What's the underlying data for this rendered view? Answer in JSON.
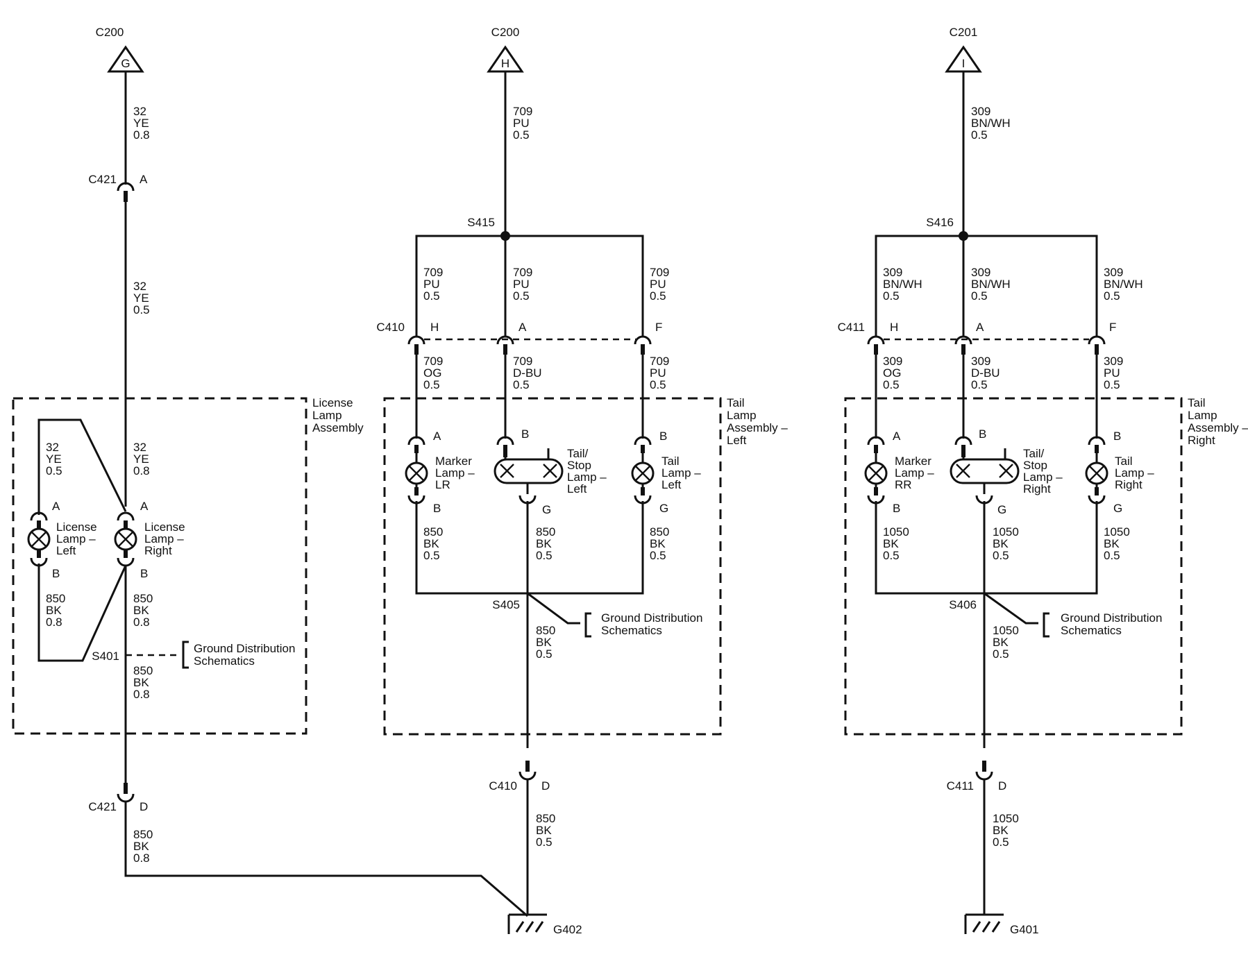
{
  "connectors": {
    "c200_g": {
      "name": "C200",
      "pin": "G"
    },
    "c200_h": {
      "name": "C200",
      "pin": "H"
    },
    "c201_i": {
      "name": "C201",
      "pin": "I"
    },
    "c421_a": {
      "name": "C421",
      "pin": "A"
    },
    "c421_d": {
      "name": "C421",
      "pin": "D"
    },
    "c410_top": {
      "name": "C410",
      "pins": [
        "H",
        "A",
        "F"
      ]
    },
    "c411_top": {
      "name": "C411",
      "pins": [
        "H",
        "A",
        "F"
      ]
    },
    "c410_d": {
      "name": "C410",
      "pin": "D"
    },
    "c411_d": {
      "name": "C411",
      "pin": "D"
    }
  },
  "splices": {
    "s415": "S415",
    "s416": "S416",
    "s405": "S405",
    "s406": "S406",
    "s401": "S401"
  },
  "grounds": {
    "g402": "G402",
    "g401": "G401"
  },
  "wires": {
    "lic_feed_top": [
      "32",
      "YE",
      "0.8"
    ],
    "lic_feed_mid": [
      "32",
      "YE",
      "0.5"
    ],
    "lic_left_top": [
      "32",
      "YE",
      "0.5"
    ],
    "lic_right_top": [
      "32",
      "YE",
      "0.8"
    ],
    "lic_left_bot": [
      "850",
      "BK",
      "0.8"
    ],
    "lic_right_bot": [
      "850",
      "BK",
      "0.8"
    ],
    "lic_s401_bot": [
      "850",
      "BK",
      "0.8"
    ],
    "lic_c421_bot": [
      "850",
      "BK",
      "0.8"
    ],
    "left_feed": [
      "709",
      "PU",
      "0.5"
    ],
    "left_br_h": [
      "709",
      "PU",
      "0.5"
    ],
    "left_br_a": [
      "709",
      "PU",
      "0.5"
    ],
    "left_br_f": [
      "709",
      "PU",
      "0.5"
    ],
    "left_h_low": [
      "709",
      "OG",
      "0.5"
    ],
    "left_a_low": [
      "709",
      "D-BU",
      "0.5"
    ],
    "left_f_low": [
      "709",
      "PU",
      "0.5"
    ],
    "left_gnd1": [
      "850",
      "BK",
      "0.5"
    ],
    "left_gnd2": [
      "850",
      "BK",
      "0.5"
    ],
    "left_gnd3": [
      "850",
      "BK",
      "0.5"
    ],
    "left_s405_bot": [
      "850",
      "BK",
      "0.5"
    ],
    "left_c410_bot": [
      "850",
      "BK",
      "0.5"
    ],
    "right_feed": [
      "309",
      "BN/WH",
      "0.5"
    ],
    "right_br_h": [
      "309",
      "BN/WH",
      "0.5"
    ],
    "right_br_a": [
      "309",
      "BN/WH",
      "0.5"
    ],
    "right_br_f": [
      "309",
      "BN/WH",
      "0.5"
    ],
    "right_h_low": [
      "309",
      "OG",
      "0.5"
    ],
    "right_a_low": [
      "309",
      "D-BU",
      "0.5"
    ],
    "right_f_low": [
      "309",
      "PU",
      "0.5"
    ],
    "right_gnd1": [
      "1050",
      "BK",
      "0.5"
    ],
    "right_gnd2": [
      "1050",
      "BK",
      "0.5"
    ],
    "right_gnd3": [
      "1050",
      "BK",
      "0.5"
    ],
    "right_s406_bot": [
      "1050",
      "BK",
      "0.5"
    ],
    "right_c411_bot": [
      "1050",
      "BK",
      "0.5"
    ]
  },
  "components": {
    "license_lamp_left": [
      "License",
      "Lamp –",
      "Left"
    ],
    "license_lamp_right": [
      "License",
      "Lamp –",
      "Right"
    ],
    "marker_lamp_lr": [
      "Marker",
      "Lamp –",
      "LR"
    ],
    "tail_stop_left": [
      "Tail/",
      "Stop",
      "Lamp –",
      "Left"
    ],
    "tail_lamp_left": [
      "Tail",
      "Lamp –",
      "Left"
    ],
    "marker_lamp_rr": [
      "Marker",
      "Lamp –",
      "RR"
    ],
    "tail_stop_right": [
      "Tail/",
      "Stop",
      "Lamp –",
      "Right"
    ],
    "tail_lamp_right": [
      "Tail",
      "Lamp –",
      "Right"
    ]
  },
  "pins": {
    "lic_left": [
      "A",
      "B"
    ],
    "lic_right": [
      "A",
      "B"
    ],
    "marker_lr": [
      "A",
      "B"
    ],
    "tail_stop_left": [
      "B",
      "G"
    ],
    "tail_left": [
      "B",
      "G"
    ],
    "marker_rr": [
      "A",
      "B"
    ],
    "tail_stop_right": [
      "B",
      "G"
    ],
    "tail_right": [
      "B",
      "G"
    ]
  },
  "assemblies": {
    "license_lamp_assembly": [
      "License",
      "Lamp",
      "Assembly"
    ],
    "tail_lamp_assembly_left": [
      "Tail",
      "Lamp",
      "Assembly –",
      "Left"
    ],
    "tail_lamp_assembly_right": [
      "Tail",
      "Lamp",
      "Assembly –",
      "Right"
    ]
  },
  "references": {
    "gd_s401": [
      "Ground Distribution",
      "Schematics"
    ],
    "gd_s405": [
      "Ground Distribution",
      "Schematics"
    ],
    "gd_s406": [
      "Ground Distribution",
      "Schematics"
    ]
  }
}
